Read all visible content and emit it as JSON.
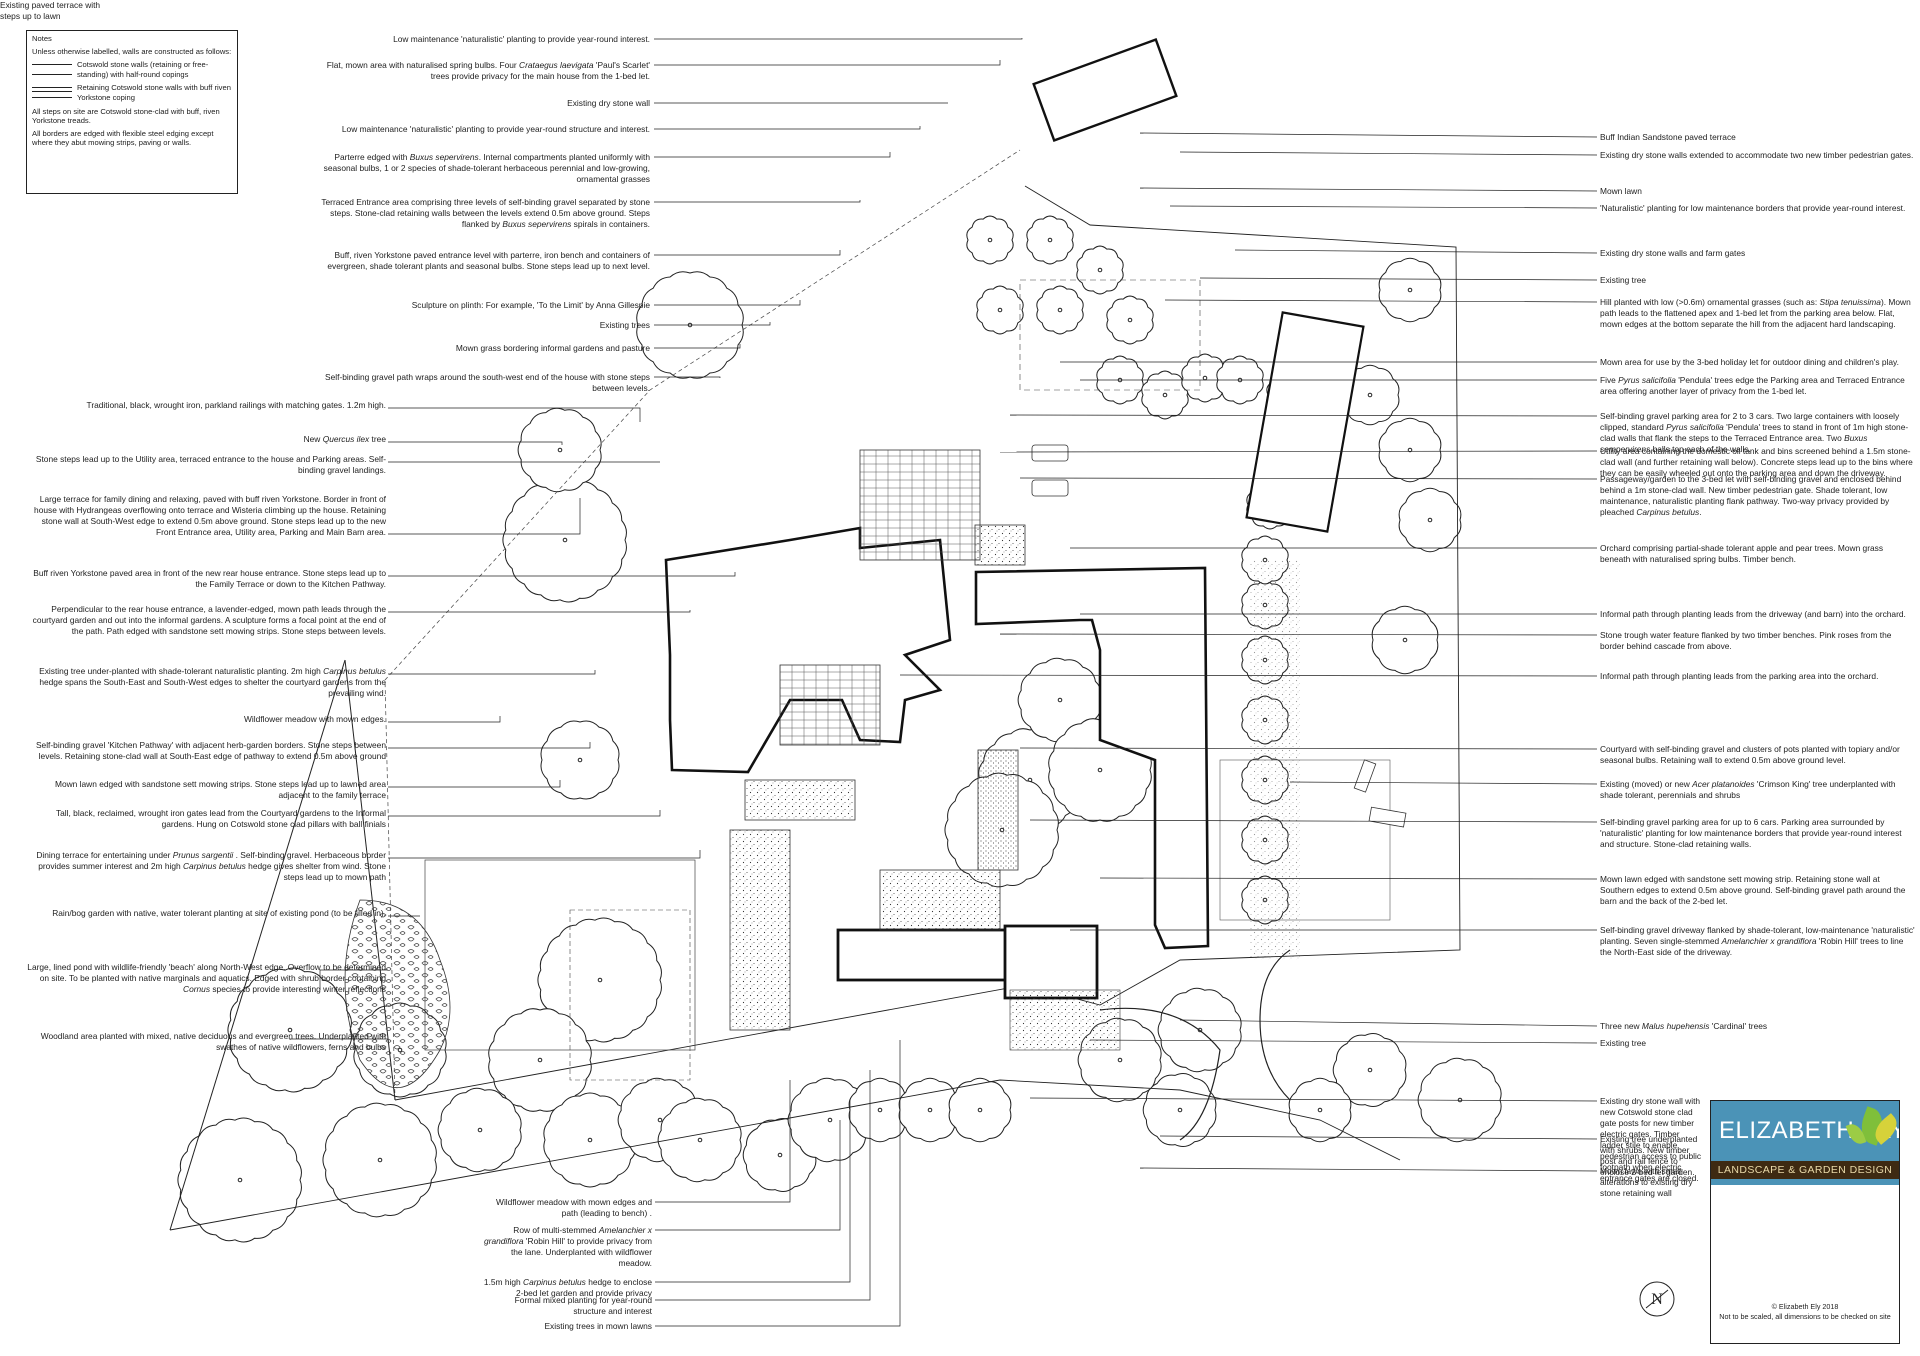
{
  "notes": {
    "heading": "Notes",
    "intro": "Unless otherwise labelled, walls are constructed as follows:",
    "key_cotswold": "Cotswold stone walls (retaining or free-standing) with half-round copings",
    "key_yorkstone": "Retaining Cotswold stone walls with buff riven Yorkstone coping",
    "steps": "All steps on site are Cotswold stone-clad with buff, riven Yorkstone treads.",
    "borders": "All borders are edged with flexible steel edging except where they abut mowing strips, paving or walls."
  },
  "annotations_top": [
    {
      "text": "Low maintenance 'naturalistic' planting to provide year-round interest."
    },
    {
      "text": "Flat, mown area with naturalised spring bulbs. Four Crataegus laevigata 'Paul's Scarlet' trees provide privacy for the main house from the 1-bed let."
    },
    {
      "text": "Existing  dry stone wall"
    },
    {
      "text": "Low maintenance 'naturalistic' planting to provide year-round structure and  interest."
    },
    {
      "text": "Parterre edged with Buxus sepervirens. Internal compartments planted uniformly with seasonal bulbs, 1 or 2 species of shade-tolerant herbaceous perennial and low-growing, ornamental grasses"
    },
    {
      "text": "Terraced Entrance area comprising three levels of self-binding gravel separated by stone steps. Stone-clad retaining walls between the levels extend 0.5m above ground. Steps flanked by Buxus sepervirens spirals in containers."
    },
    {
      "text": "Buff, riven Yorkstone paved entrance level with parterre, iron bench and containers of evergreen, shade tolerant plants and seasonal bulbs. Stone steps lead up to next level."
    },
    {
      "text": "Sculpture on plinth: For example, 'To the Limit' by Anna Gillespie"
    },
    {
      "text": "Existing trees"
    },
    {
      "text": "Mown grass bordering informal gardens and pasture"
    },
    {
      "text": "Self-binding gravel path wraps around the south-west end of the house with stone steps between levels."
    }
  ],
  "annotations_left": [
    {
      "text": "Traditional, black, wrought iron, parkland railings with matching gates. 1.2m high."
    },
    {
      "text": "New Quercus ilex tree"
    },
    {
      "text": "Stone steps lead up to the Utility area, terraced entrance to the house and Parking areas. Self-binding gravel landings."
    },
    {
      "text": "Large terrace for family dining and relaxing, paved with buff riven Yorkstone. Border in front of house with Hydrangeas overflowing onto terrace and Wisteria climbing up the house. Retaining stone wall at South-West edge to extend 0.5m above ground. Stone steps lead up to the new Front Entrance area, Utility area, Parking and Main Barn area."
    },
    {
      "text": "Buff riven Yorkstone paved area in front of the new rear house entrance. Stone steps lead up to the Family Terrace or down to the Kitchen Pathway."
    },
    {
      "text": "Perpendicular to the rear house entrance, a lavender-edged, mown path leads through the courtyard garden and out into the informal gardens. A sculpture forms a focal point at the end of the path. Path edged with sandstone sett mowing strips. Stone steps  between levels."
    },
    {
      "text": "Existing tree under-planted with shade-tolerant naturalistic planting. 2m high Carpinus betulus hedge spans the South-East and South-West edges to shelter the courtyard gardens from the prevailing wind."
    },
    {
      "text": "Wildflower meadow with mown edges."
    },
    {
      "text": "Self-binding gravel 'Kitchen Pathway' with adjacent herb-garden borders. Stone steps between levels. Retaining stone-clad wall  at South-East edge of pathway to extend 0.5m above ground"
    },
    {
      "text": "Mown lawn edged with sandstone sett mowing strips. Stone steps lead up to lawned area adjacent to the family terrace"
    },
    {
      "text": "Tall, black, reclaimed, wrought iron gates lead from the Courtyard gardens to the Informal gardens. Hung on Cotswold stone clad pillars with ball finials"
    },
    {
      "text": "Dining terrace for entertaining under Prunus sargentii . Self-binding gravel. Herbaceous border provides summer interest and 2m high Carpinus betulus hedge gives shelter from wind. Stone steps lead up to mown path"
    },
    {
      "text": "Rain/bog garden with native, water tolerant planting at site of existing pond (to be filled in)."
    },
    {
      "text": "Large, lined pond with wildlife-friendly 'beach' along North-West edge. Overflow to be determined on site. To be planted with native marginals and aquatics. Edged with shrub border containing Cornus species to provide interesting winter reflections"
    },
    {
      "text": "Woodland area planted with mixed, native deciduous and evergreen trees. Underplanted with swathes of native wildflowers, ferns and bulbs"
    }
  ],
  "annotations_bottom": [
    {
      "text": "Wildflower meadow with mown edges and path (leading to bench) ."
    },
    {
      "text": "Row of multi-stemmed Amelanchier x grandiflora 'Robin Hill' to provide privacy from the lane. Underplanted with wildflower meadow."
    },
    {
      "text": "1.5m high Carpinus betulus hedge to enclose 2-bed let garden and provide privacy"
    },
    {
      "text": "Formal mixed planting for year-round structure and interest"
    },
    {
      "text": "Existing trees in mown lawns"
    }
  ],
  "annotations_right": [
    {
      "text": "Buff Indian Sandstone paved terrace"
    },
    {
      "text": "Existing dry stone walls extended to accommodate two new timber pedestrian gates."
    },
    {
      "text": "Mown lawn"
    },
    {
      "text": "'Naturalistic' planting for low maintenance borders that provide year-round interest."
    },
    {
      "text": "Existing dry stone walls and farm gates"
    },
    {
      "text": "Existing tree"
    },
    {
      "text": "Hill planted with low (>0.6m)  ornamental grasses (such as: Stipa tenuissima). Mown path leads to the flattened apex and 1-bed let from the parking area below. Flat, mown edges at the bottom separate the hill from the adjacent hard landscaping."
    },
    {
      "text": "Mown area for use by the 3-bed holiday let for outdoor dining and children's play."
    },
    {
      "text": "Five Pyrus salicifolia 'Pendula' trees edge the Parking area and Terraced Entrance area offering another layer of privacy from the 1-bed let."
    },
    {
      "text": "Self-binding gravel parking area for 2 to 3 cars. Two large containers with loosely clipped, standard Pyrus salicifolia 'Pendula' trees to stand in front of 1m high stone-clad walls that flank the steps to the Terraced Entrance area. Two Buxus sempervirens balls top each of the walls."
    },
    {
      "text": "Utility area containing the domestic oil tank and bins screened behind a 1.5m stone-clad wall (and further retaining wall below). Concrete steps lead up to the bins where they can be easily wheeled out onto the parking area and down the driveway."
    },
    {
      "text": "Passageway/garden to the 3-bed let with self-binding gravel and enclosed behind behind a 1m stone-clad wall. New timber pedestrian gate. Shade tolerant, low maintenance, naturalistic planting flank pathway. Two-way privacy provided by pleached Carpinus betulus."
    },
    {
      "text": "Orchard comprising partial-shade tolerant apple and pear trees. Mown grass beneath with naturalised spring bulbs. Timber bench."
    },
    {
      "text": "Informal path through planting leads from the driveway (and barn) into the orchard."
    },
    {
      "text": "Stone trough water feature flanked by two timber benches. Pink roses from the border behind cascade from above."
    },
    {
      "text": "Informal path through planting leads from the parking area into the orchard."
    },
    {
      "text": "Courtyard with self-binding gravel and clusters of pots planted with topiary and/or seasonal bulbs. Retaining wall to extend 0.5m above ground level."
    },
    {
      "text": "Existing (moved) or new Acer platanoides 'Crimson King' tree underplanted with shade tolerant, perennials and shrubs"
    },
    {
      "text": "Self-binding gravel parking area for up to 6 cars. Parking area surrounded by 'naturalistic' planting for low maintenance borders that provide year-round interest and structure. Stone-clad retaining walls."
    },
    {
      "text": "Mown lawn edged with sandstone sett mowing strip. Retaining stone wall at Southern edges to extend 0.5m above ground. Self-binding gravel path around the barn and  the back of the 2-bed let."
    },
    {
      "text": "Self-binding gravel driveway flanked by shade-tolerant, low-maintenance 'naturalistic' planting. Seven single-stemmed Amelanchier x grandiflora 'Robin Hill' trees to line the North-East side of the driveway."
    },
    {
      "text": "Three new Malus hupehensis 'Cardinal' trees"
    },
    {
      "text": "Existing tree"
    },
    {
      "text": "Existing dry stone wall with new Cotswold stone clad gate posts for new timber electric gates.  Timber ladder stile to enable pedestrian access to public footpath when electric entrance gates are closed."
    },
    {
      "text": "Existing tree underplanted with shrubs. New timber post and rail fence to enclose 2-bed let garden."
    },
    {
      "text": "Mown lawn with small alterations to existing dry stone retaining wall"
    },
    {
      "text": "Existing paved terrace with steps up to lawn"
    }
  ],
  "logo": {
    "name": "ELIZABETH ELY",
    "tagline": "LANDSCAPE & GARDEN DESIGN",
    "colors": {
      "band": "#4b93b7",
      "tag_bg": "#3e2a12",
      "leaf_green": "#7fbf3a",
      "leaf_yellow": "#d6d23a"
    }
  },
  "copyright": "© Elizabeth Ely 2018",
  "disclaimer": "Not to be scaled, all dimensions to be checked on site",
  "north_symbol": "N",
  "north_icon": "north-arrow-icon"
}
